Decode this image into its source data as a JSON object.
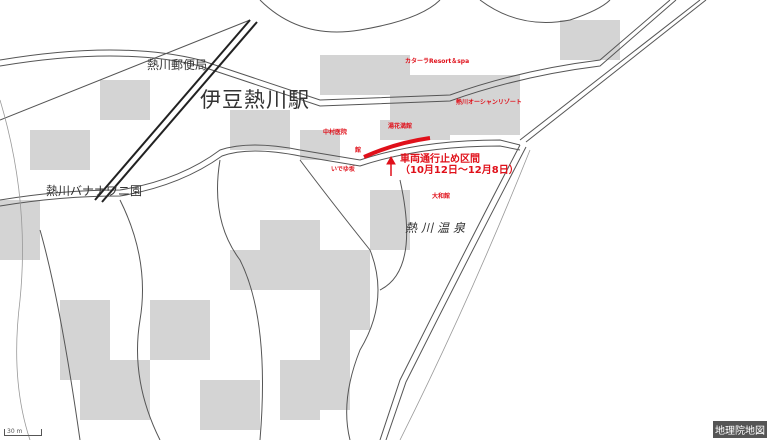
{
  "map": {
    "labels": {
      "post_office": "熱川郵便局",
      "station": "伊豆熱川駅",
      "banana_wani_en": "熱川バナナワニ園",
      "onsen": "熱川温泉",
      "katara": "カターラResort＆spa",
      "ocean_resort": "熱川オーシャンリゾート",
      "nakamura_clinic": "中村医院",
      "yuhana": "湯花満館",
      "yamato": "大和館",
      "kan": "館",
      "ideyu": "いでゆ坂"
    },
    "closure": {
      "line1": "車両通行止め区間",
      "line2": "（10月12日～12月8日）"
    },
    "scale": "30 m",
    "credit": "地理院地図",
    "colors": {
      "closure": "#e0101a",
      "building": "#d4d4d4",
      "road": "#555555"
    }
  }
}
